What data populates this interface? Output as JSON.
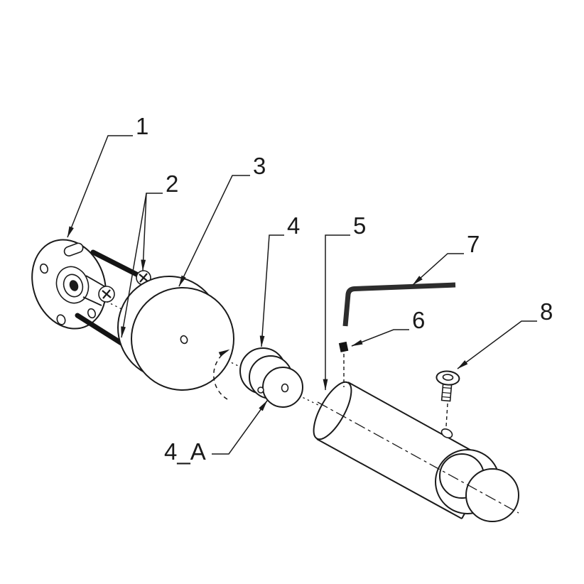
{
  "figure": {
    "type": "exploded-assembly-line-drawing",
    "background": "#ffffff",
    "line_color": "#1a1a1a",
    "hardware_color": "#141414",
    "callouts": [
      {
        "label": "1"
      },
      {
        "label": "2"
      },
      {
        "label": "3"
      },
      {
        "label": "4"
      },
      {
        "label": "5"
      },
      {
        "label": "6"
      },
      {
        "label": "7"
      },
      {
        "label": "8"
      },
      {
        "label": "4_A"
      }
    ]
  }
}
